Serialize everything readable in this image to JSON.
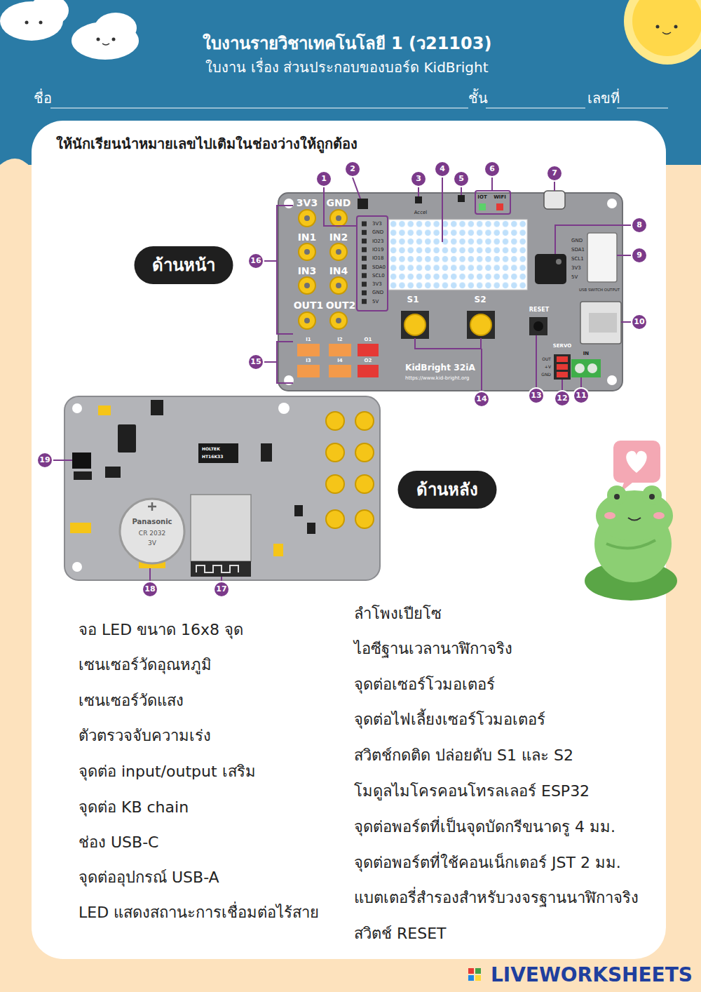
{
  "diagram": {
    "title": "ใบงานรายวิชาเทคโนโลยี 1 (ว21103)",
    "nodes": [
      {
        "text": [
          "1"
        ]
      },
      {
        "text": [
          "2"
        ]
      },
      {
        "text": [
          "3"
        ]
      },
      {
        "text": [
          "4"
        ]
      },
      {
        "text": [
          "5"
        ]
      },
      {
        "text": [
          "6"
        ]
      },
      {
        "text": [
          "7"
        ]
      },
      {
        "text": [
          "8"
        ]
      },
      {
        "text": [
          "9"
        ]
      },
      {
        "text": [
          "10"
        ]
      },
      {
        "text": [
          "11"
        ]
      },
      {
        "text": [
          "12"
        ]
      },
      {
        "text": [
          "13"
        ]
      },
      {
        "text": [
          "14"
        ]
      },
      {
        "text": [
          "15"
        ]
      },
      {
        "text": [
          "16"
        ]
      },
      {
        "text": [
          "17"
        ]
      },
      {
        "text": [
          "18"
        ]
      },
      {
        "text": [
          "19"
        ]
      },
      {
        "text": [
          "ด้านหน้า"
        ]
      },
      {
        "text": [
          "ด้านหลัง"
        ]
      }
    ],
    "labels": [
      "ใบงาน เรื่อง ส่วนประกอบของบอร์ด KidBright",
      "ชื่อ",
      "ชั้น",
      "เลขที่",
      "ให้นักเรียนนำหมายเลขไปเติมในช่องว่างให้ถูกต้อง",
      "3V3",
      "GND",
      "IN1",
      "IN2",
      "IN3",
      "IN4",
      "OUT1",
      "OUT2",
      "3V3",
      "GND",
      "IO23",
      "IO19",
      "IO18",
      "SDA0",
      "SCL0",
      "3V3",
      "GND",
      "5V",
      "IOT",
      "WIFI",
      "Accel",
      "S1",
      "S2",
      "RESET",
      "KidBright 32iA",
      "https://www.kid-bright.org",
      "GND",
      "SDA1",
      "SCL1",
      "3V3",
      "5V",
      "USB SWITCH OUTPUT",
      "SERVO",
      "OUT",
      "+V",
      "GND",
      "IN",
      "I1",
      "I2",
      "O1",
      "I3",
      "I4",
      "O2",
      "HOLTEK",
      "HT16K33",
      "Panasonic",
      "CR 2032",
      "3V",
      "จอ LED ขนาด 16x8 จุด",
      "เซนเซอร์วัดอุณหภูมิ",
      "เซนเซอร์วัดแสง",
      "ตัวตรวจจับความเร่ง",
      "จุดต่อ input/output เสริม",
      "จุดต่อ KB chain",
      "ช่อง USB-C",
      "จุดต่ออุปกรณ์ USB-A",
      "LED แสดงสถานะการเชื่อมต่อไร้สาย",
      "ลำโพงเปียโซ",
      "ไอซีฐานเวลานาฬิกาจริง",
      "จุดต่อเซอร์โวมอเตอร์",
      "จุดต่อไฟเลี้ยงเซอร์โวมอเตอร์",
      "สวิตช์กดติด ปล่อยดับ S1 และ S2",
      "โมดูลไมโครคอนโทรลเลอร์ ESP32",
      "จุดต่อพอร์ตที่เป็นจุดบัดกรีขนาดรู 4 มม.",
      "จุดต่อพอร์ตที่ใช้คอนเน็กเตอร์ JST 2 มม.",
      "แบตเตอรี่สำรองสำหรับวงจรฐานนาฬิกาจริง",
      "สวิตช์ RESET",
      "LIVEWORKSHEETS"
    ]
  }
}
